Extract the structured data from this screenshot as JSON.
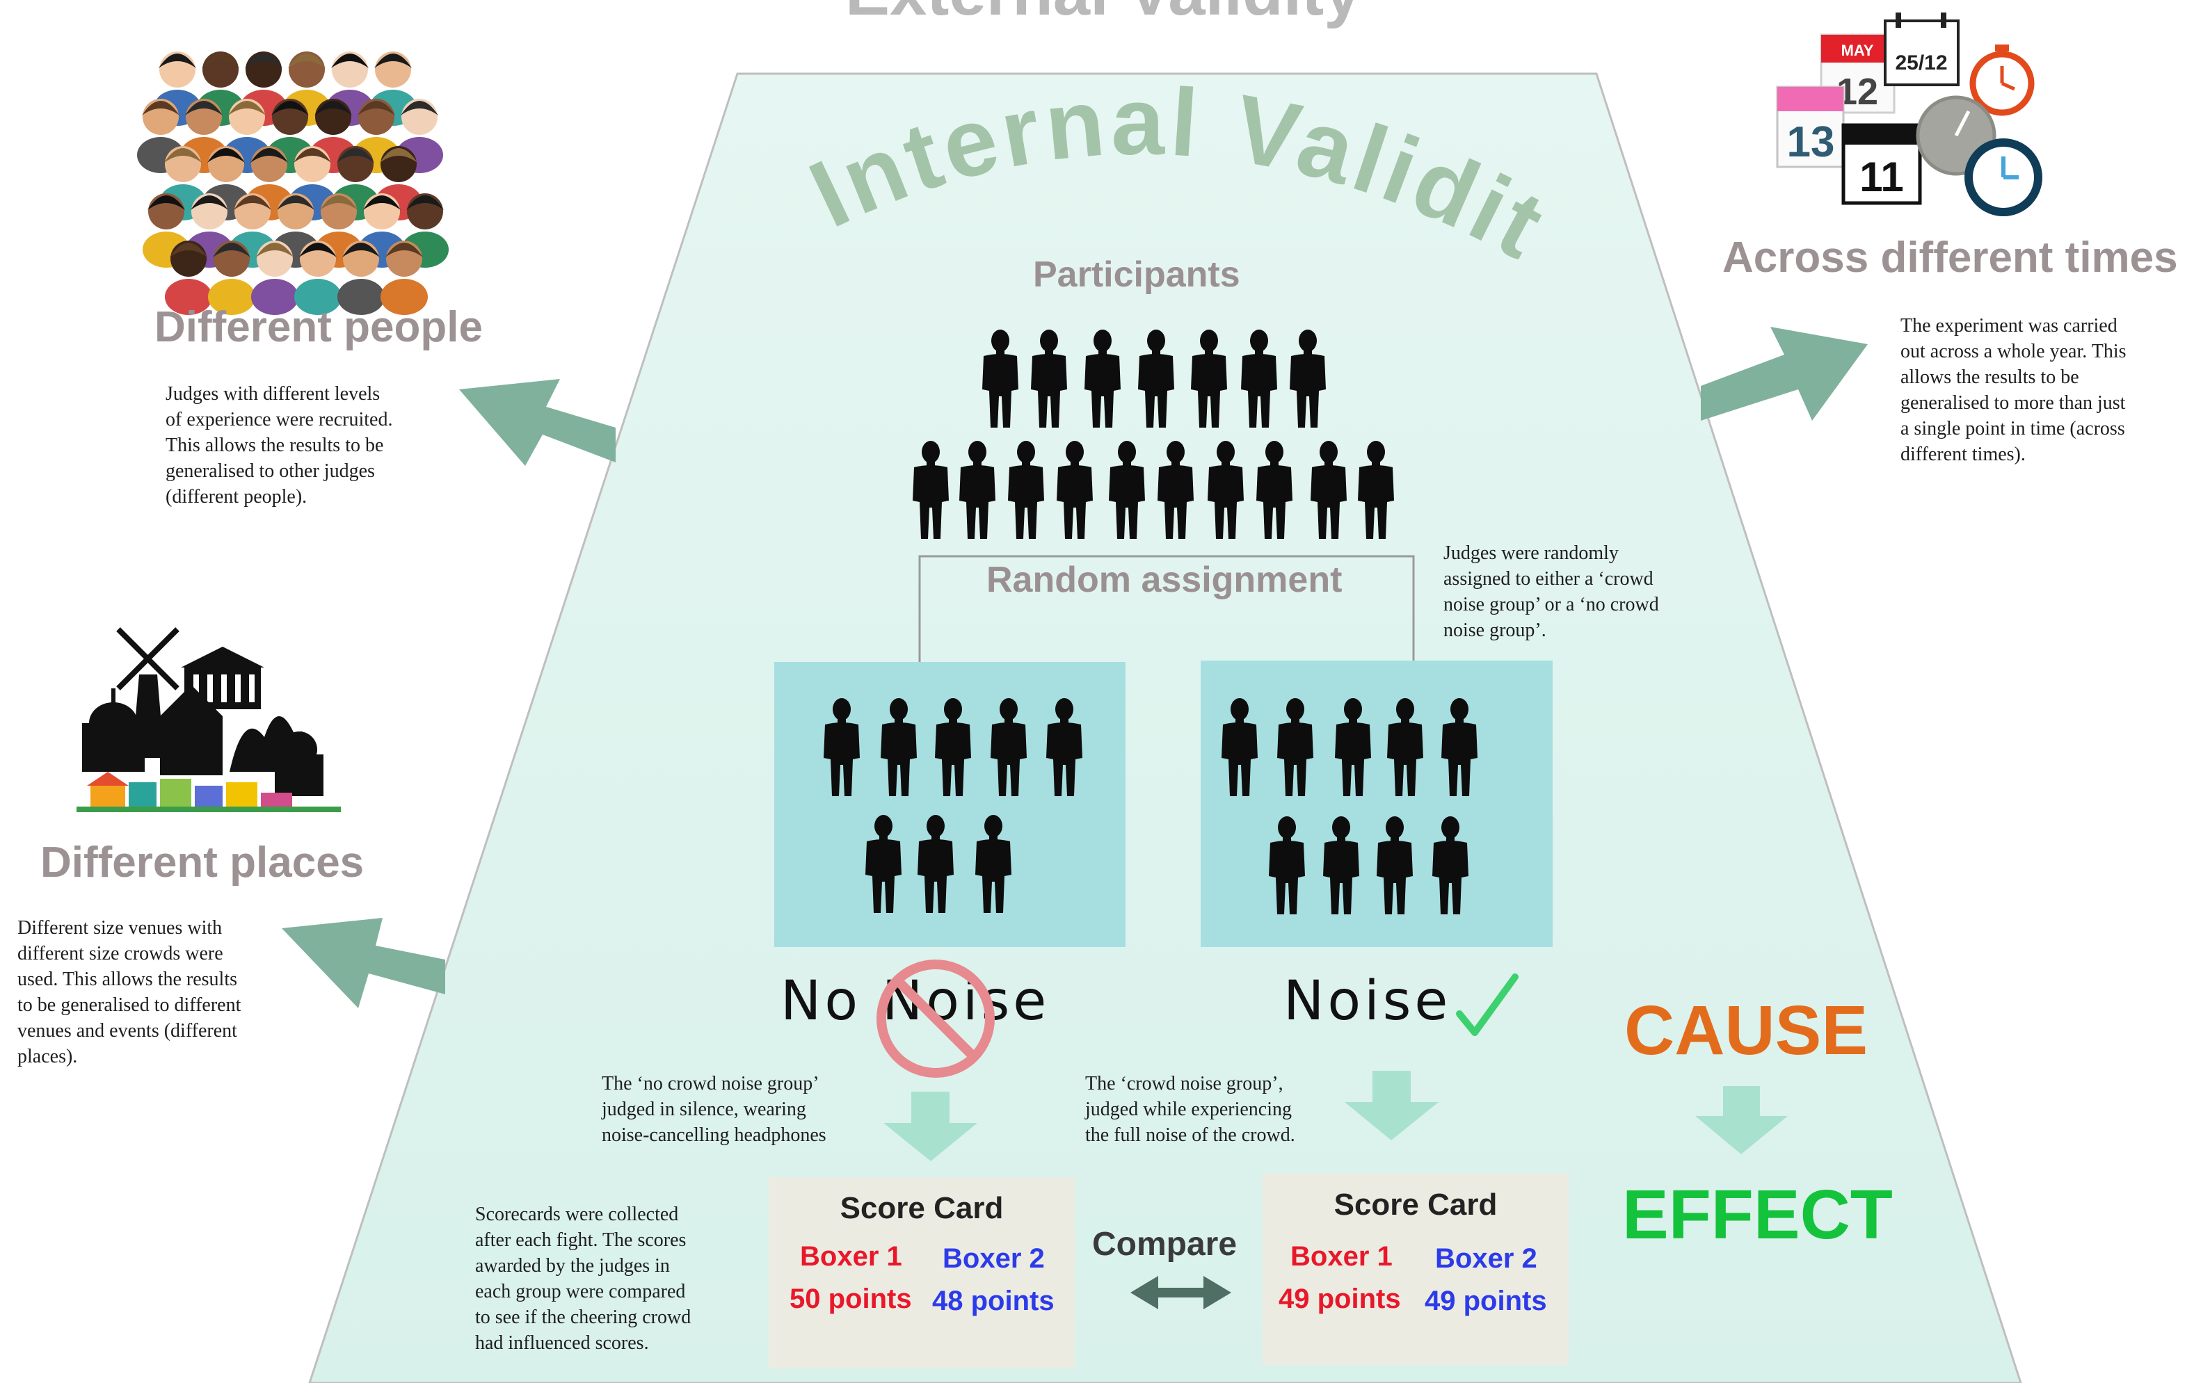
{
  "colors": {
    "trapezoid": "#e1f4ef",
    "arrow": "#80b19c",
    "group_box": "#a7dfe1",
    "heading_gray": "#9c9294",
    "cause": "#e36c1c",
    "effect": "#14c23b",
    "no_symbol": "#e68a90",
    "check": "#3dd06f",
    "boxer1": "#e8182a",
    "boxer2": "#2c3bea"
  },
  "top_title_partial": "External Validity",
  "internal_title": "Internal Validity",
  "participants_label": "Participants",
  "random_assignment_label": "Random assignment",
  "random_assignment_note": "Judges were randomly\nassigned to either a ‘crowd\nnoise group’ or a ‘no crowd\nnoise group’.",
  "people": {
    "heading": "Different people",
    "note": "Judges with different levels\nof experience were recruited.\nThis allows the results to be\ngeneralised to other judges\n(different people).",
    "icon": "crowd-faces-icon"
  },
  "places": {
    "heading": "Different places",
    "note": "Different size venues with\ndifferent size crowds were\nused. This allows the results\nto be generalised to different\nvenues and events (different\nplaces).",
    "icon": "city-landmarks-icon"
  },
  "times": {
    "heading": "Across different times",
    "note": "The experiment was carried\nout across a whole year. This\nallows the results to be\ngeneralised to more than just\na single point in time (across\ndifferent times).",
    "calendar_month": "MAY",
    "calendar_day_1": "12",
    "calendar_day_2": "13",
    "calendar_day_3": "11",
    "calendar_date": "25/12",
    "icon": "calendars-clocks-icon"
  },
  "no_noise": {
    "label": "No Noise",
    "note": "The ‘no crowd noise group’\njudged in silence, wearing\nnoise-cancelling headphones",
    "card": {
      "title": "Score Card",
      "boxer1": "Boxer 1",
      "boxer2": "Boxer 2",
      "points1": "50 points",
      "points2": "48 points"
    }
  },
  "noise": {
    "label": "Noise",
    "note": "The ‘crowd noise group’,\njudged while experiencing\nthe full noise of the crowd.",
    "card": {
      "title": "Score Card",
      "boxer1": "Boxer 1",
      "boxer2": "Boxer 2",
      "points1": "49 points",
      "points2": "49 points"
    }
  },
  "scorecards_note": "Scorecards were collected\nafter each fight. The scores\nawarded by the judges in\neach group were compared\nto see if the cheering crowd\nhad influenced scores.",
  "compare_label": "Compare",
  "cause_label": "CAUSE",
  "effect_label": "EFFECT"
}
